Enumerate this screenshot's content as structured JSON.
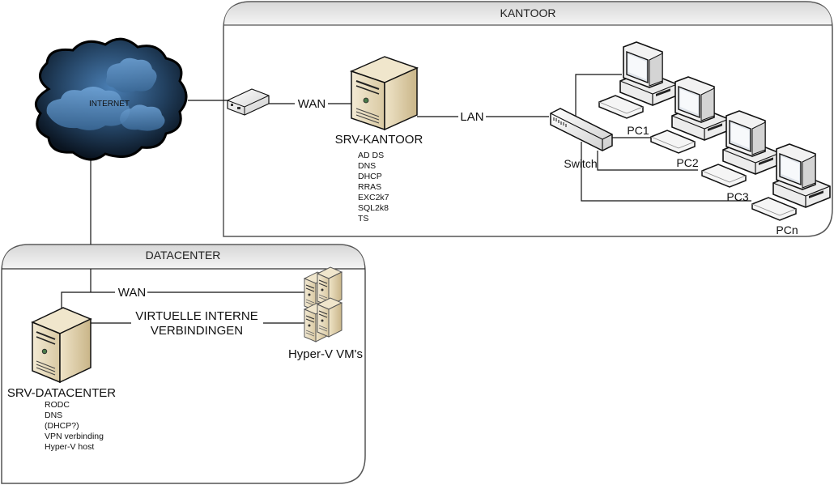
{
  "containers": {
    "kantoor": {
      "title": "KANTOOR"
    },
    "datacenter": {
      "title": "DATACENTER"
    }
  },
  "internet": {
    "label": "INTERNET"
  },
  "links": {
    "wan_kantoor": "WAN",
    "lan": "LAN",
    "wan_datacenter": "WAN",
    "virtual_line1": "VIRTUELLE INTERNE",
    "virtual_line2": "VERBINDINGEN"
  },
  "srv_kantoor": {
    "name": "SRV-KANTOOR",
    "roles": [
      "AD DS",
      "DNS",
      "DHCP",
      "RRAS",
      "EXC2k7",
      "SQL2k8",
      "TS"
    ]
  },
  "srv_datacenter": {
    "name": "SRV-DATACENTER",
    "roles": [
      "RODC",
      "DNS",
      "(DHCP?)",
      "VPN verbinding",
      "Hyper-V host"
    ]
  },
  "switch": {
    "label": "Switch"
  },
  "pcs": [
    "PC1",
    "PC2",
    "PC3",
    "PCn"
  ],
  "hyperv": {
    "label": "Hyper-V VM's"
  },
  "colors": {
    "cloud_dark": "#0d1a2a",
    "cloud_light": "#5a8fc4",
    "server_beige": "#e8dcc0",
    "header_gray": "#e8e8e8"
  }
}
